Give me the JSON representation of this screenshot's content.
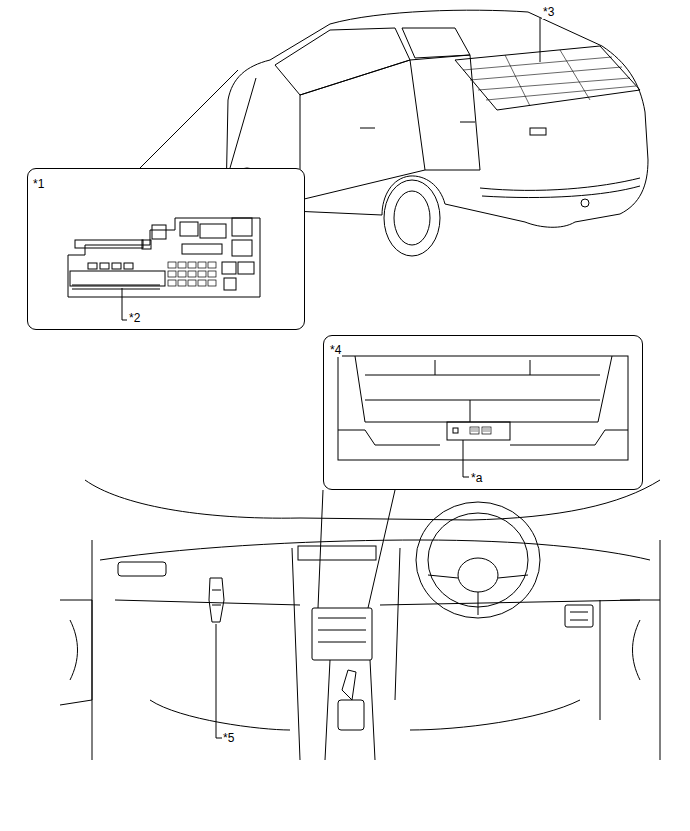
{
  "diagram": {
    "nodes": [
      {
        "text": [
          "*1",
          "*2"
        ]
      },
      {
        "text": [
          "*4",
          "*a"
        ]
      }
    ],
    "labels": [
      "*3",
      "*5"
    ]
  }
}
